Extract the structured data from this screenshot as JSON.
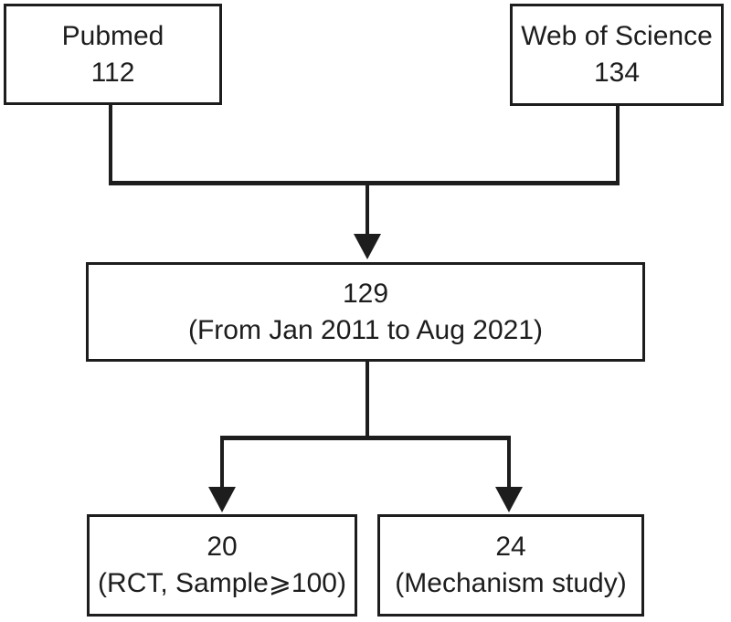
{
  "diagram": {
    "colors": {
      "line": "#1d1d1d",
      "text": "#1d1d1d",
      "background": "#ffffff"
    },
    "nodes": {
      "pubmed": {
        "line1": "Pubmed",
        "line2": "112"
      },
      "web_of_science": {
        "line1": "Web of Science",
        "line2": "134"
      },
      "combined": {
        "line1": "129",
        "line2": "(From Jan 2011 to Aug 2021)"
      },
      "rct": {
        "line1": "20",
        "line2": "(RCT, Sample⩾100)"
      },
      "mechanism": {
        "line1": "24",
        "line2": "(Mechanism study)"
      }
    }
  }
}
